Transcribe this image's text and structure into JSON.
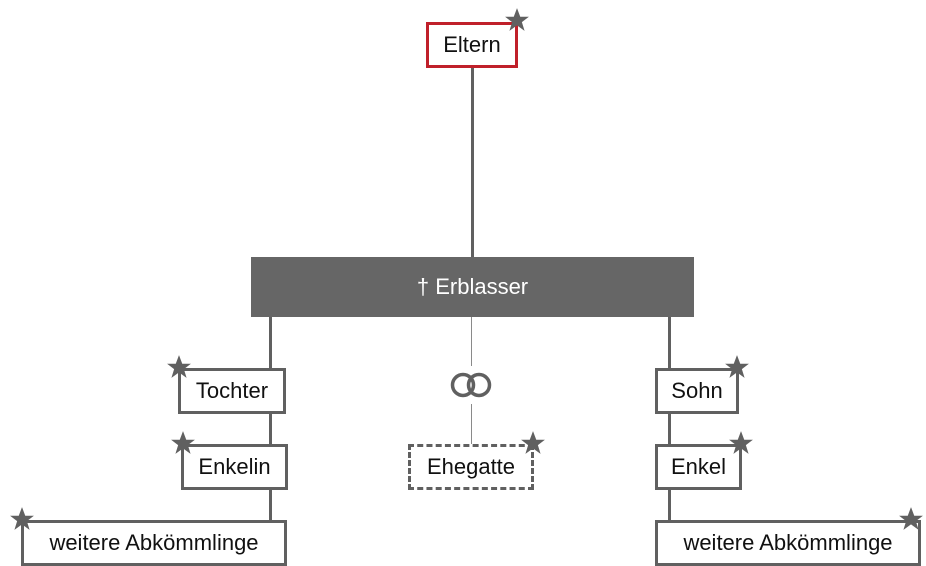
{
  "diagram": {
    "parents": {
      "label": "Eltern"
    },
    "decedent": {
      "label": "† Erblasser"
    },
    "spouse": {
      "label": "Ehegatte"
    },
    "left_branch": {
      "child": "Tochter",
      "grandchild": "Enkelin",
      "descendants": "weitere Abkömmlinge"
    },
    "right_branch": {
      "child": "Sohn",
      "grandchild": "Enkel",
      "descendants": "weitere Abkömmlinge"
    },
    "icons": {
      "heir_marker": "star-icon",
      "marriage": "wedding-rings-icon"
    },
    "colors": {
      "line": "#606060",
      "decedent_fill": "#666666",
      "highlight": "#c0202a",
      "star": "#606060"
    }
  }
}
